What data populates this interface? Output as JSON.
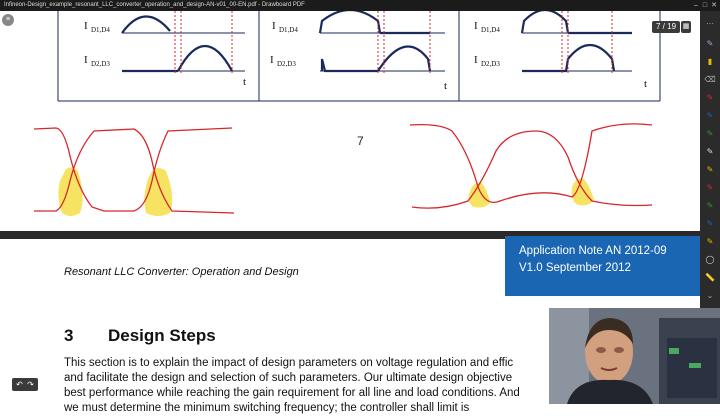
{
  "window": {
    "title": "Infineon-Design_example_resonant_LLC_converter_operation_and_design-AN-v01_00-EN.pdf - Drawboard PDF"
  },
  "figure": {
    "label_id1": "I",
    "label_id1_sub": "D1,D4",
    "label_id2": "I",
    "label_id2_sub": "D2,D3",
    "time_label": "t"
  },
  "annotation": {
    "handwritten_mark": "7"
  },
  "viewer": {
    "page_indicator": "7 / 19"
  },
  "page": {
    "banner_line1": "Application Note AN 2012-09",
    "banner_line2": "V1.0 September 2012",
    "running_header": "Resonant LLC Converter: Operation and Design",
    "section_number": "3",
    "section_title": "Design Steps",
    "body_line1": "This section is to explain the impact of design parameters on voltage regulation and effic",
    "body_line2": "and facilitate the design and selection of such parameters. Our ultimate design objective",
    "body_line3": "best performance while reaching the gain requirement for all line and load conditions. And",
    "body_line4": "we must determine the minimum switching frequency; the controller shall limit is"
  },
  "colors": {
    "banner": "#1a66b3",
    "annotation_red": "#d9262b",
    "highlight_yellow": "#f7e25a"
  }
}
